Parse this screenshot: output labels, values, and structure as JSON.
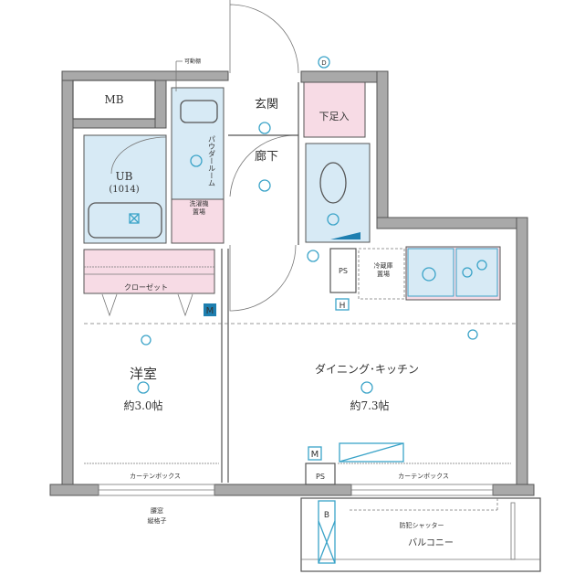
{
  "floorplan": {
    "rooms": {
      "mb": "MB",
      "genkan": "玄関",
      "shoe_storage": "下足入",
      "hallway": "廊下",
      "unit_bath": "UB",
      "unit_bath_size": "(1014)",
      "powder_room": "パウダールーム",
      "washer_line1": "洗濯機",
      "washer_line2": "置場",
      "closet": "クローゼット",
      "ps_top": "PS",
      "fridge_line1": "冷蔵庫",
      "fridge_line2": "置場",
      "movable_shelf": "可動棚",
      "western_room": "洋室",
      "western_room_size": "約3.0帖",
      "dining_kitchen": "ダイニング･キッチン",
      "dining_kitchen_size": "約7.3帖",
      "curtain_box_left": "カーテンボックス",
      "curtain_box_right": "カーテンボックス",
      "ps_bottom": "PS",
      "waist_window_line1": "腰窓",
      "waist_window_line2": "縦格子",
      "security_shutter": "防犯シャッター",
      "balcony": "バルコニー"
    },
    "symbols": {
      "meter_left": "M",
      "meter_right": "M",
      "intercom": "D",
      "heater": "H",
      "breaker": "B"
    },
    "colors": {
      "wet_area": "#d7eaf5",
      "storage": "#f7dbe5",
      "equipment": "#3aa3c8",
      "wall": "#a9a9a9"
    }
  }
}
